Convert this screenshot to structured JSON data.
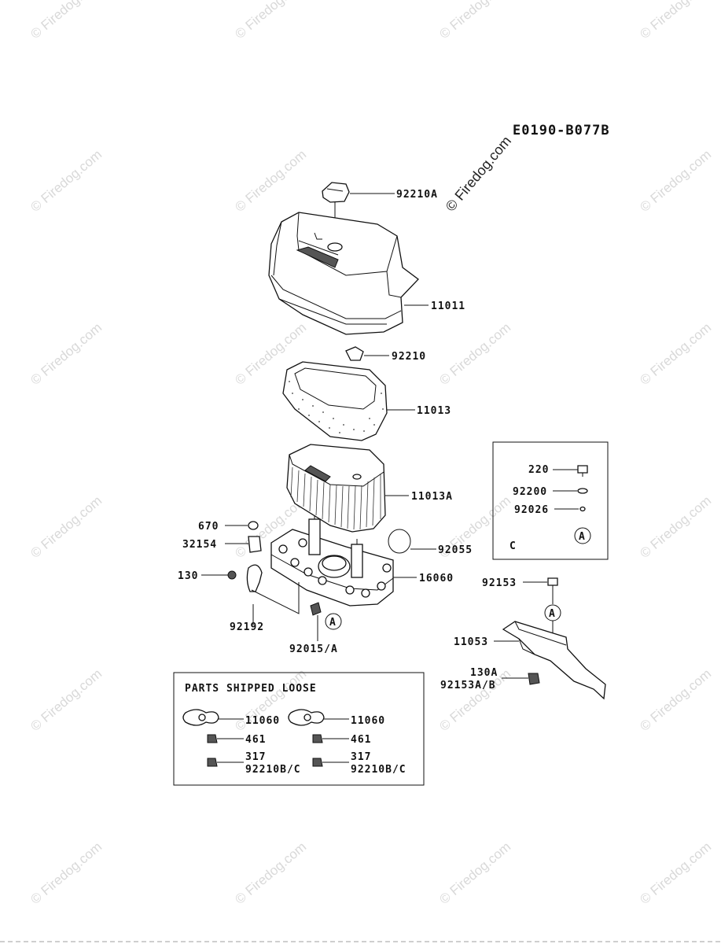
{
  "diagram_code": "E0190-B077B",
  "watermark": "© Firedog.com",
  "callouts": {
    "c_92210A": "92210A",
    "c_11011": "11011",
    "c_92210": "92210",
    "c_11013": "11013",
    "c_11013A": "11013A",
    "c_670": "670",
    "c_32154": "32154",
    "c_130": "130",
    "c_92055": "92055",
    "c_16060": "16060",
    "c_92192": "92192",
    "c_92015A": "92015/A",
    "c_A1": "A",
    "c_220": "220",
    "c_92200": "92200",
    "c_92026": "92026",
    "c_A2": "A",
    "c_C": "C",
    "c_92153": "92153",
    "c_A3": "A",
    "c_11053": "11053",
    "c_130A": "130A",
    "c_92153AB": "92153A/B"
  },
  "loose_box": {
    "title": "PARTS SHIPPED LOOSE",
    "left": {
      "gasket": "11060",
      "nut": "461",
      "item1": "317",
      "item2": "92210B/C"
    },
    "right": {
      "gasket": "11060",
      "nut": "461",
      "item1": "317",
      "item2": "92210B/C"
    }
  }
}
